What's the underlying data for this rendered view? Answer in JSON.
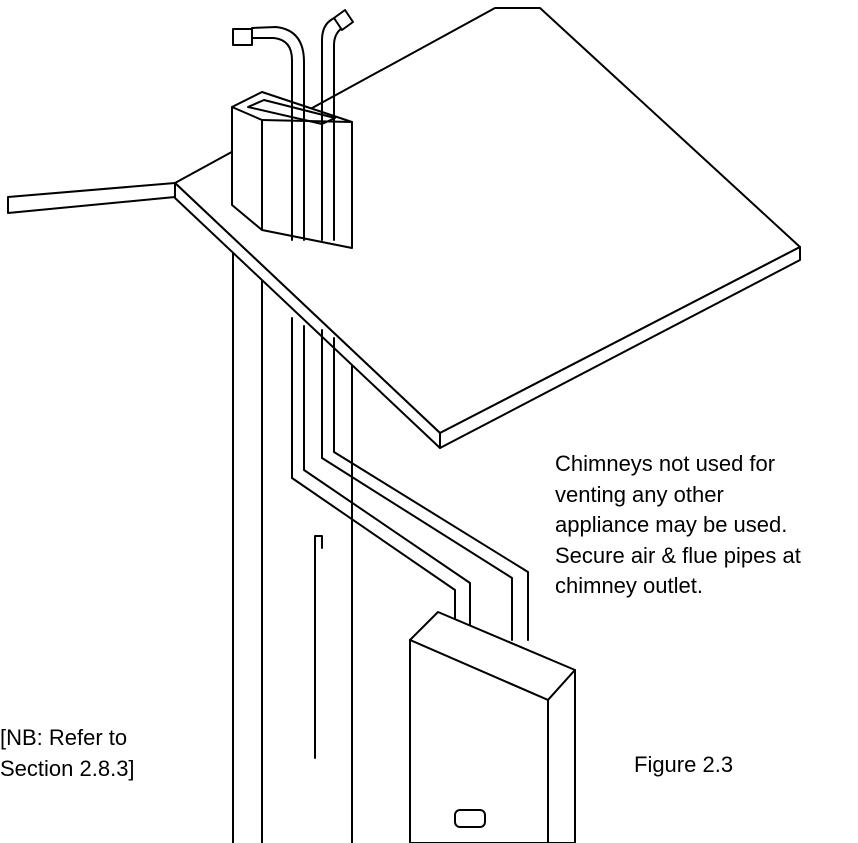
{
  "diagram": {
    "note_lines": [
      "Chimneys not used for",
      "venting any other",
      "appliance may be used.",
      "Secure air & flue pipes at",
      "chimney outlet."
    ],
    "reference_lines": [
      "[NB: Refer to",
      "Section 2.8.3]"
    ],
    "figure_caption": "Figure 2.3"
  }
}
